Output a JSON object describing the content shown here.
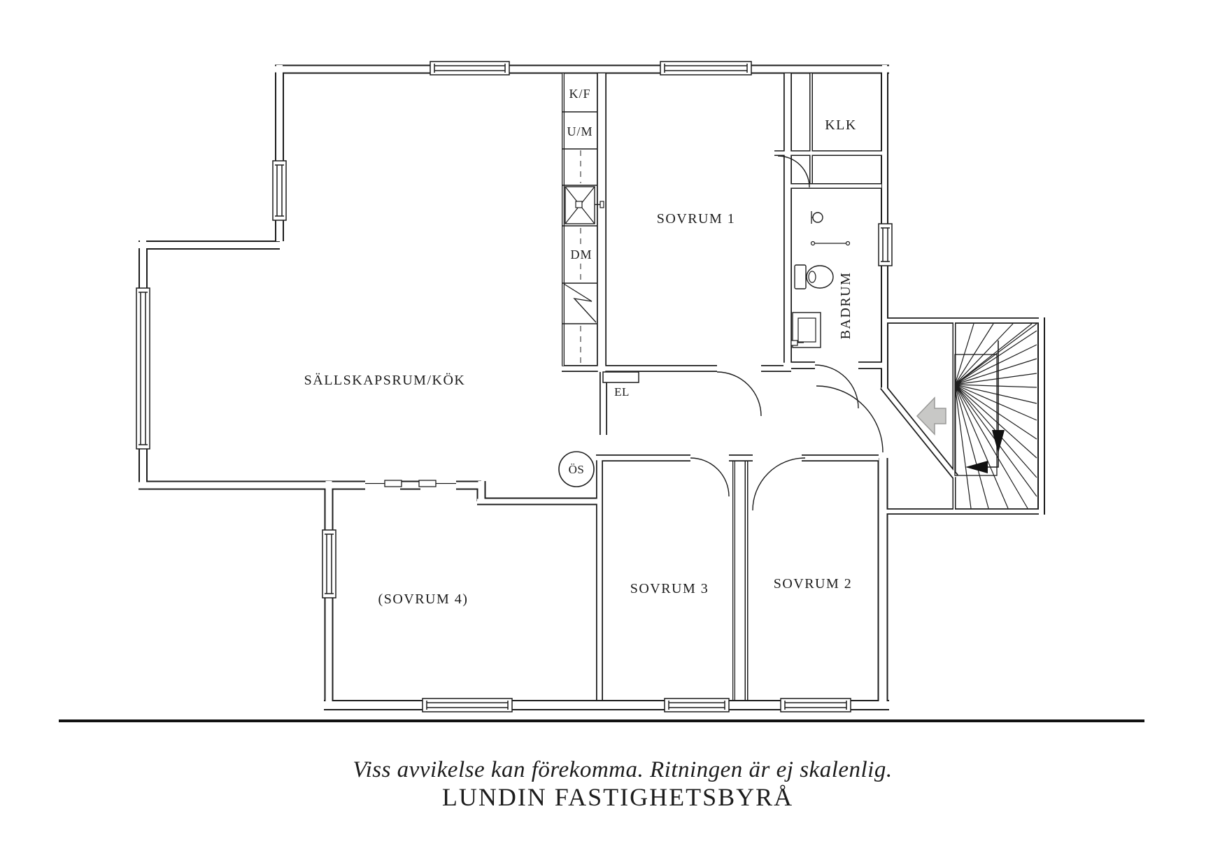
{
  "floorplan": {
    "rooms": {
      "sallskapsrum": "SÄLLSKAPSRUM/KÖK",
      "sovrum1": "SOVRUM 1",
      "sovrum2": "SOVRUM 2",
      "sovrum3": "SOVRUM 3",
      "sovrum4": "(SOVRUM 4)",
      "klk": "KLK",
      "badrum": "BADRUM"
    },
    "appliances": {
      "kf": "K/F",
      "um": "U/M",
      "dm": "DM",
      "el": "EL",
      "os": "ÖS"
    }
  },
  "footer": {
    "disclaimer": "Viss avvikelse kan förekomma. Ritningen är ej skalenlig.",
    "brand": "LUNDIN FASTIGHETSBYRÅ"
  },
  "colors": {
    "line": "#1c1c1c",
    "wall_core": "#ffffff",
    "arrow_fill": "#c8c8c6",
    "arrow_stroke": "#9a9a98",
    "divider": "#111111",
    "background": "#ffffff"
  }
}
